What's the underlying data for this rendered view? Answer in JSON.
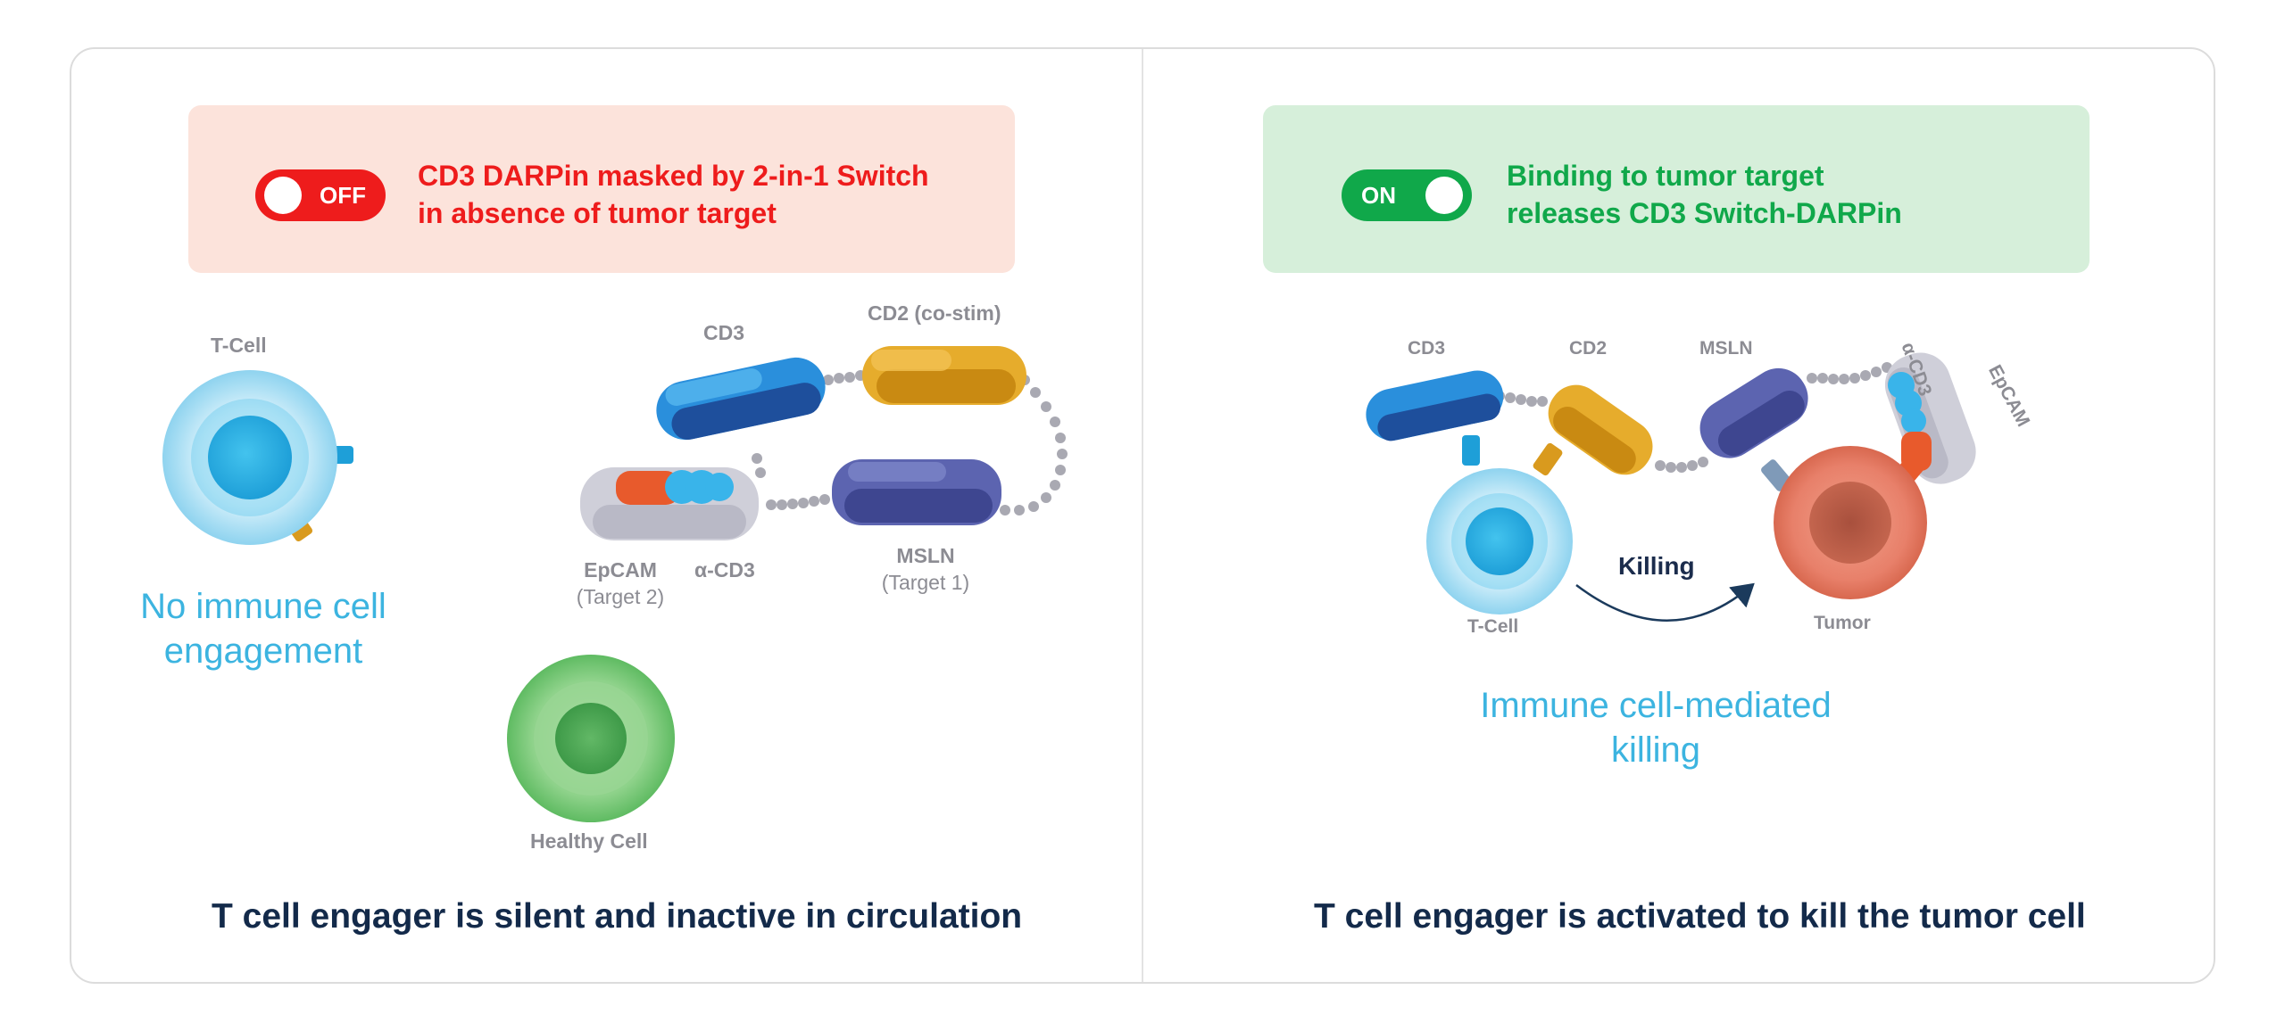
{
  "left_panel": {
    "toggle_label": "OFF",
    "banner_line1": "CD3 DARPin masked by 2-in-1 Switch",
    "banner_line2": "in absence of tumor target",
    "t_cell_label": "T-Cell",
    "no_engagement_line1": "No immune cell",
    "no_engagement_line2": "engagement",
    "cd3_label": "CD3",
    "cd2_label": "CD2 (co-stim)",
    "epcam_label": "EpCAM",
    "epcam_target": "(Target 2)",
    "acd3_label": "α-CD3",
    "msln_label": "MSLN",
    "msln_target": "(Target 1)",
    "healthy_cell_label": "Healthy Cell",
    "caption": "T cell engager is silent and inactive in circulation"
  },
  "right_panel": {
    "toggle_label": "ON",
    "banner_line1": "Binding to tumor target",
    "banner_line2": "releases CD3 Switch-DARPin",
    "cd3_label": "CD3",
    "cd2_label": "CD2",
    "msln_label": "MSLN",
    "acd3_label": "α-CD3",
    "epcam_label": "EpCAM",
    "killing_label": "Killing",
    "t_cell_label": "T-Cell",
    "tumor_label": "Tumor",
    "mediated_line1": "Immune cell-mediated",
    "mediated_line2": "killing",
    "caption": "T cell engager is activated to kill the tumor cell"
  },
  "colors": {
    "off_red": "#ee1c1c",
    "on_green": "#10a84a",
    "cd3_blue": "#1f7fd0",
    "cd2_gold": "#d99a1e",
    "msln_indigo": "#4f57a3",
    "epcam_grey": "#c9c9d3",
    "tcell_blue": "#3cb4e0",
    "healthy_green": "#6fc273",
    "tumor_salmon": "#e8806a",
    "caption_navy": "#132a4a"
  }
}
